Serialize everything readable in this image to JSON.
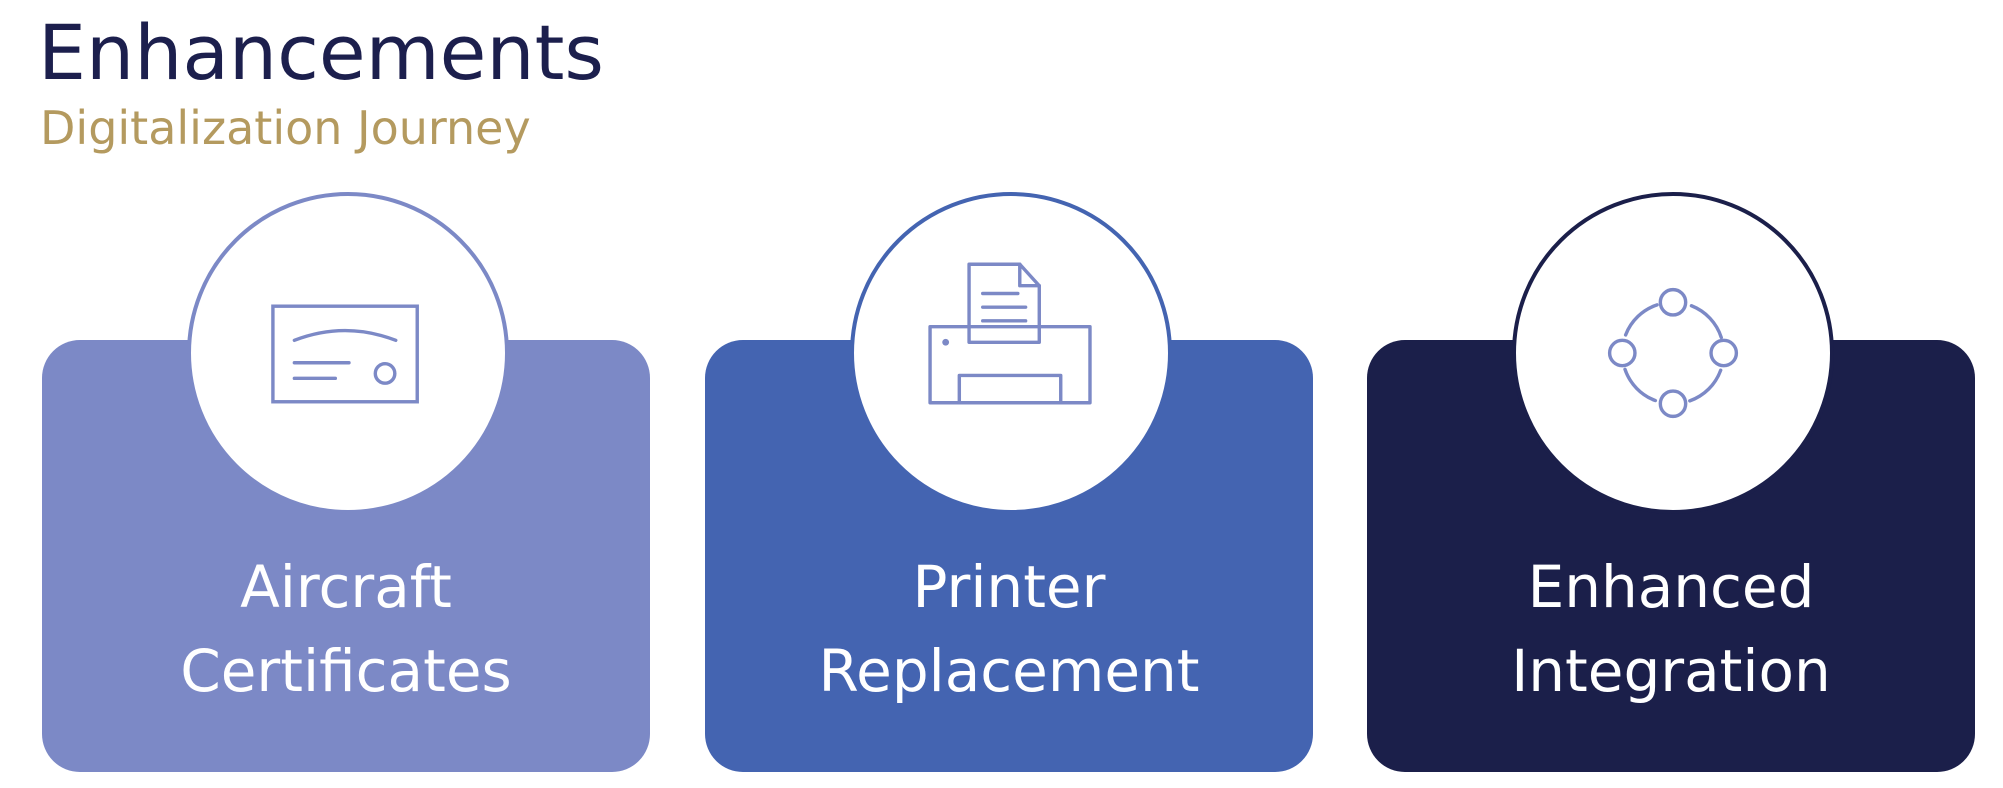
{
  "header": {
    "title": "Enhancements",
    "subtitle": "Digitalization Journey"
  },
  "cards": [
    {
      "label_line1": "Aircraft",
      "label_line2": "Certificates",
      "color": "#7c89c6",
      "icon": "certificate-icon"
    },
    {
      "label_line1": "Printer",
      "label_line2": "Replacement",
      "color": "#4464b1",
      "icon": "printer-icon"
    },
    {
      "label_line1": "Enhanced",
      "label_line2": "Integration",
      "color": "#1b1f4a",
      "icon": "integration-cycle-icon"
    }
  ],
  "colors": {
    "title": "#1c1f4d",
    "subtitle": "#b49a5f",
    "icon_stroke": "#7c89c6"
  }
}
